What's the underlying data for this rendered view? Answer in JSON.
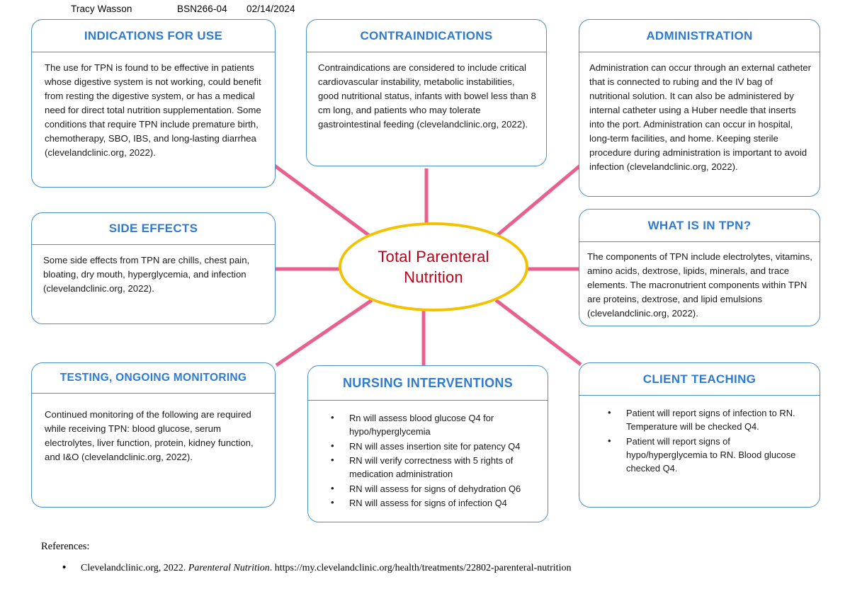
{
  "header": {
    "student_name": "Tracy Wasson",
    "course_code": "BSN266-04",
    "date": "02/14/2024"
  },
  "center": {
    "label_line1": "Total Parenteral",
    "label_line2": "Nutrition",
    "text_color": "#c00018",
    "outline_color": "#f2c200"
  },
  "colors": {
    "box_border": "#4a90cf",
    "box_title": "#2e7bd0",
    "connector": "#e8608f",
    "center_outline": "#f2c200",
    "center_text": "#c00018",
    "body_text": "#1a1a1a"
  },
  "nodes": [
    {
      "id": "indications-for-use",
      "title": "INDICATIONS FOR USE",
      "type": "paragraph",
      "body": "The use for TPN is found to be effective in patients whose digestive system is not working, could benefit from resting the digestive system, or has a medical need for direct total nutrition supplementation. Some conditions that require TPN include premature birth, chemotherapy, SBO, IBS, and long-lasting diarrhea (clevelandclinic.org, 2022)."
    },
    {
      "id": "contraindications",
      "title": "CONTRAINDICATIONS",
      "type": "paragraph",
      "body": "Contraindications are considered to include critical cardiovascular instability, metabolic instabilities, good nutritional status, infants with bowel less than 8 cm long, and patients who may tolerate gastrointestinal feeding (clevelandclinic.org, 2022)."
    },
    {
      "id": "administration",
      "title": "ADMINISTRATION",
      "type": "paragraph",
      "body": "Administration can occur through an external catheter that is connected to rubing and the IV bag of nutritional solution. It can also be administered by internal catheter using a Huber needle that inserts into the port. Administration can occur in hospital, long-term facilities, and home. Keeping sterile procedure during administration is important to avoid infection (clevelandclinic.org, 2022)."
    },
    {
      "id": "side-effects",
      "title": "SIDE EFFECTS",
      "type": "paragraph",
      "body": "Some side effects from TPN are chills, chest pain, bloating, dry mouth, hyperglycemia, and infection (clevelandclinic.org, 2022)."
    },
    {
      "id": "what-is-in-tpn",
      "title": "WHAT IS IN TPN?",
      "type": "paragraph",
      "body": "The components of TPN include electrolytes, vitamins, amino acids, dextrose, lipids, minerals, and trace elements. The macronutrient components within TPN are proteins, dextrose, and lipid emulsions (clevelandclinic.org, 2022)."
    },
    {
      "id": "testing-ongoing-monitoring",
      "title": "TESTING, ONGOING MONITORING",
      "type": "paragraph",
      "body": "Continued monitoring of the following are required while receiving TPN: blood glucose, serum electrolytes, liver function, protein, kidney function, and I&O (clevelandclinic.org, 2022)."
    },
    {
      "id": "nursing-interventions",
      "title": "NURSING INTERVENTIONS",
      "type": "bullets",
      "bullets": [
        "Rn will assess blood glucose Q4 for hypo/hyperglycemia",
        "RN will asses insertion site for patency Q4",
        "RN will verify correctness with 5 rights of medication administration",
        "RN will assess for signs of dehydration Q6",
        "RN will assess for signs of infection Q4"
      ]
    },
    {
      "id": "client-teaching",
      "title": "CLIENT TEACHING",
      "type": "bullets",
      "bullets": [
        "Patient will report signs of infection to RN. Temperature will be checked Q4.",
        "Patient will report signs of hypo/hyperglycemia to RN. Blood glucose checked Q4."
      ]
    }
  ],
  "references": {
    "label": "References:",
    "items": [
      {
        "prefix": "Clevelandclinic.org, 2022. ",
        "title_italic": "Parenteral Nutrition",
        "suffix": ". https://my.clevelandclinic.org/health/treatments/22802-parenteral-nutrition"
      }
    ]
  }
}
